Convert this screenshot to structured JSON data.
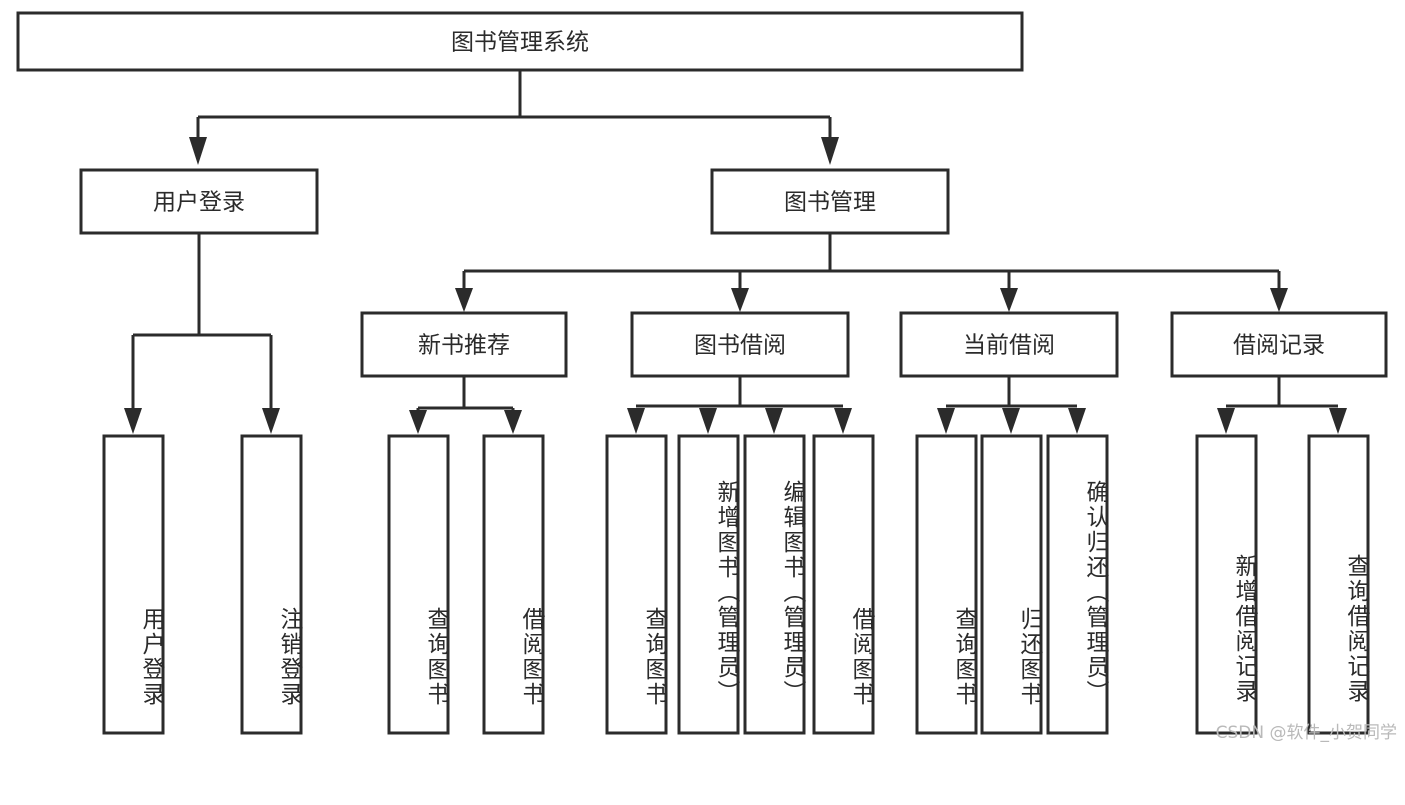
{
  "diagram": {
    "title": "图书管理系统",
    "type": "hierarchy-tree",
    "root": {
      "label": "图书管理系统"
    },
    "level2": [
      {
        "label": "用户登录"
      },
      {
        "label": "图书管理"
      }
    ],
    "level3": [
      {
        "label": "新书推荐"
      },
      {
        "label": "图书借阅"
      },
      {
        "label": "当前借阅"
      },
      {
        "label": "借阅记录"
      }
    ],
    "leaves": {
      "user_login": [
        {
          "label": "用户登录"
        },
        {
          "label": "注销登录"
        }
      ],
      "new_book_recommend": [
        {
          "label": "查询图书"
        },
        {
          "label": "借阅图书"
        }
      ],
      "book_borrow": [
        {
          "label": "查询图书"
        },
        {
          "label": "新增图书（管理员）"
        },
        {
          "label": "编辑图书（管理员）"
        },
        {
          "label": "借阅图书"
        }
      ],
      "current_borrow": [
        {
          "label": "查询图书"
        },
        {
          "label": "归还图书"
        },
        {
          "label": "确认归还（管理员）"
        }
      ],
      "borrow_record": [
        {
          "label": "新增借阅记录"
        },
        {
          "label": "查询借阅记录"
        }
      ]
    }
  },
  "watermark": {
    "text": "CSDN @软件_小贺同学"
  },
  "colors": {
    "stroke": "#2b2b2b",
    "fill": "#ffffff",
    "watermark": "#b9b9b9"
  }
}
